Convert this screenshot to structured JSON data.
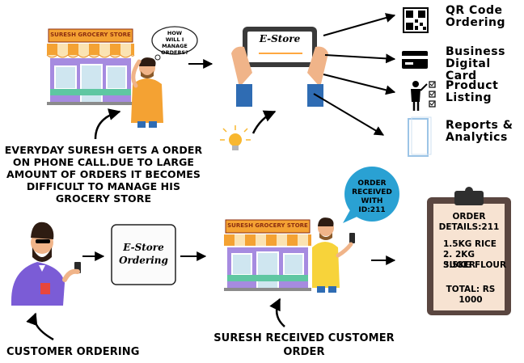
{
  "top_store": {
    "sign": "SURESH GROCERY STORE",
    "thought": "HOW WILL I MANAGE ORDERS?"
  },
  "tablet_label": "E-Store",
  "features": [
    {
      "label": "QR Code Ordering",
      "icon": "qr-code-icon"
    },
    {
      "label": "Business Digital Card",
      "icon": "business-card-icon"
    },
    {
      "label": "Product Listing",
      "icon": "product-listing-icon"
    },
    {
      "label": "Reports & Analytics",
      "icon": "reports-document-icon"
    }
  ],
  "problem_caption": "EVERYDAY SURESH GETS A ORDER ON PHONE CALL.DUE TO LARGE AMOUNT OF ORDERS IT BECOMES DIFFICULT TO MANAGE HIS GROCERY STORE",
  "customer_caption": "CUSTOMER ORDERING",
  "ordering_box": "E-Store Ordering",
  "bottom_store": {
    "sign": "SURESH GROCERY STORE",
    "bubble": "ORDER RECEIVED WITH ID:211"
  },
  "received_caption": "SURESH RECEIVED CUSTOMER ORDER",
  "clipboard": {
    "title": "ORDER DETAILS:211",
    "items": [
      "1.5KG RICE",
      "2. 2KG SUGER",
      "3.5KG FLOUR"
    ],
    "total": "TOTAL: RS 1000"
  },
  "colors": {
    "awning_orange": "#f4a233",
    "awning_cream": "#fbe3b2",
    "shop_wall": "#a68be0",
    "window_glass": "#cfe6f0",
    "bubble_blue": "#2aa1d3",
    "clipboard_paper": "#f7e3d2",
    "clipboard_board": "#5a4640"
  }
}
